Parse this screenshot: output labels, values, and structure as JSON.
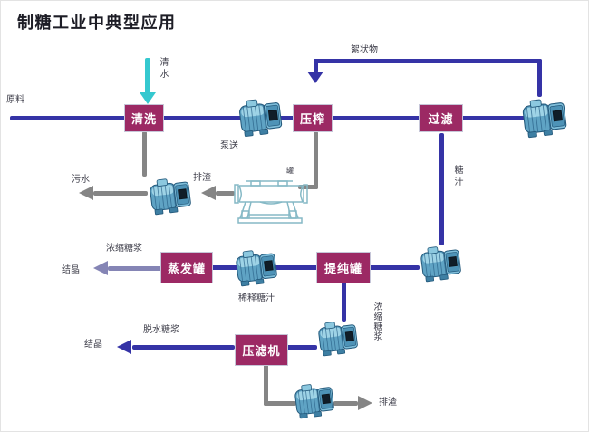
{
  "title": "制糖工业中典型应用",
  "nodes": {
    "wash": "清洗",
    "press": "压榨",
    "filter": "过滤",
    "evaporator": "蒸发罐",
    "purifier": "提纯罐",
    "filter_press": "压滤机"
  },
  "labels": {
    "raw_material": "原料",
    "clean_water": "清水",
    "pumping": "泵送",
    "flocculent": "絮状物",
    "sewage": "污水",
    "slag_top": "排渣",
    "sugar_juice": "糖汁",
    "concentrated_syrup_left": "浓缩糖浆",
    "crystal_mid": "结晶",
    "diluted_juice": "稀释糖汁",
    "concentrated_syrup_right": "浓缩糖浆",
    "dewatered_syrup": "脱水糖浆",
    "crystal_bottom": "结晶",
    "slag_bottom": "排渣",
    "vessel_tag": "罐"
  },
  "colors": {
    "node_fill": "#9C2964",
    "flow_blue": "#3533A6",
    "flow_gray": "#858585",
    "water_cyan": "#35C8CF",
    "syrup_steel": "#8585B5"
  }
}
